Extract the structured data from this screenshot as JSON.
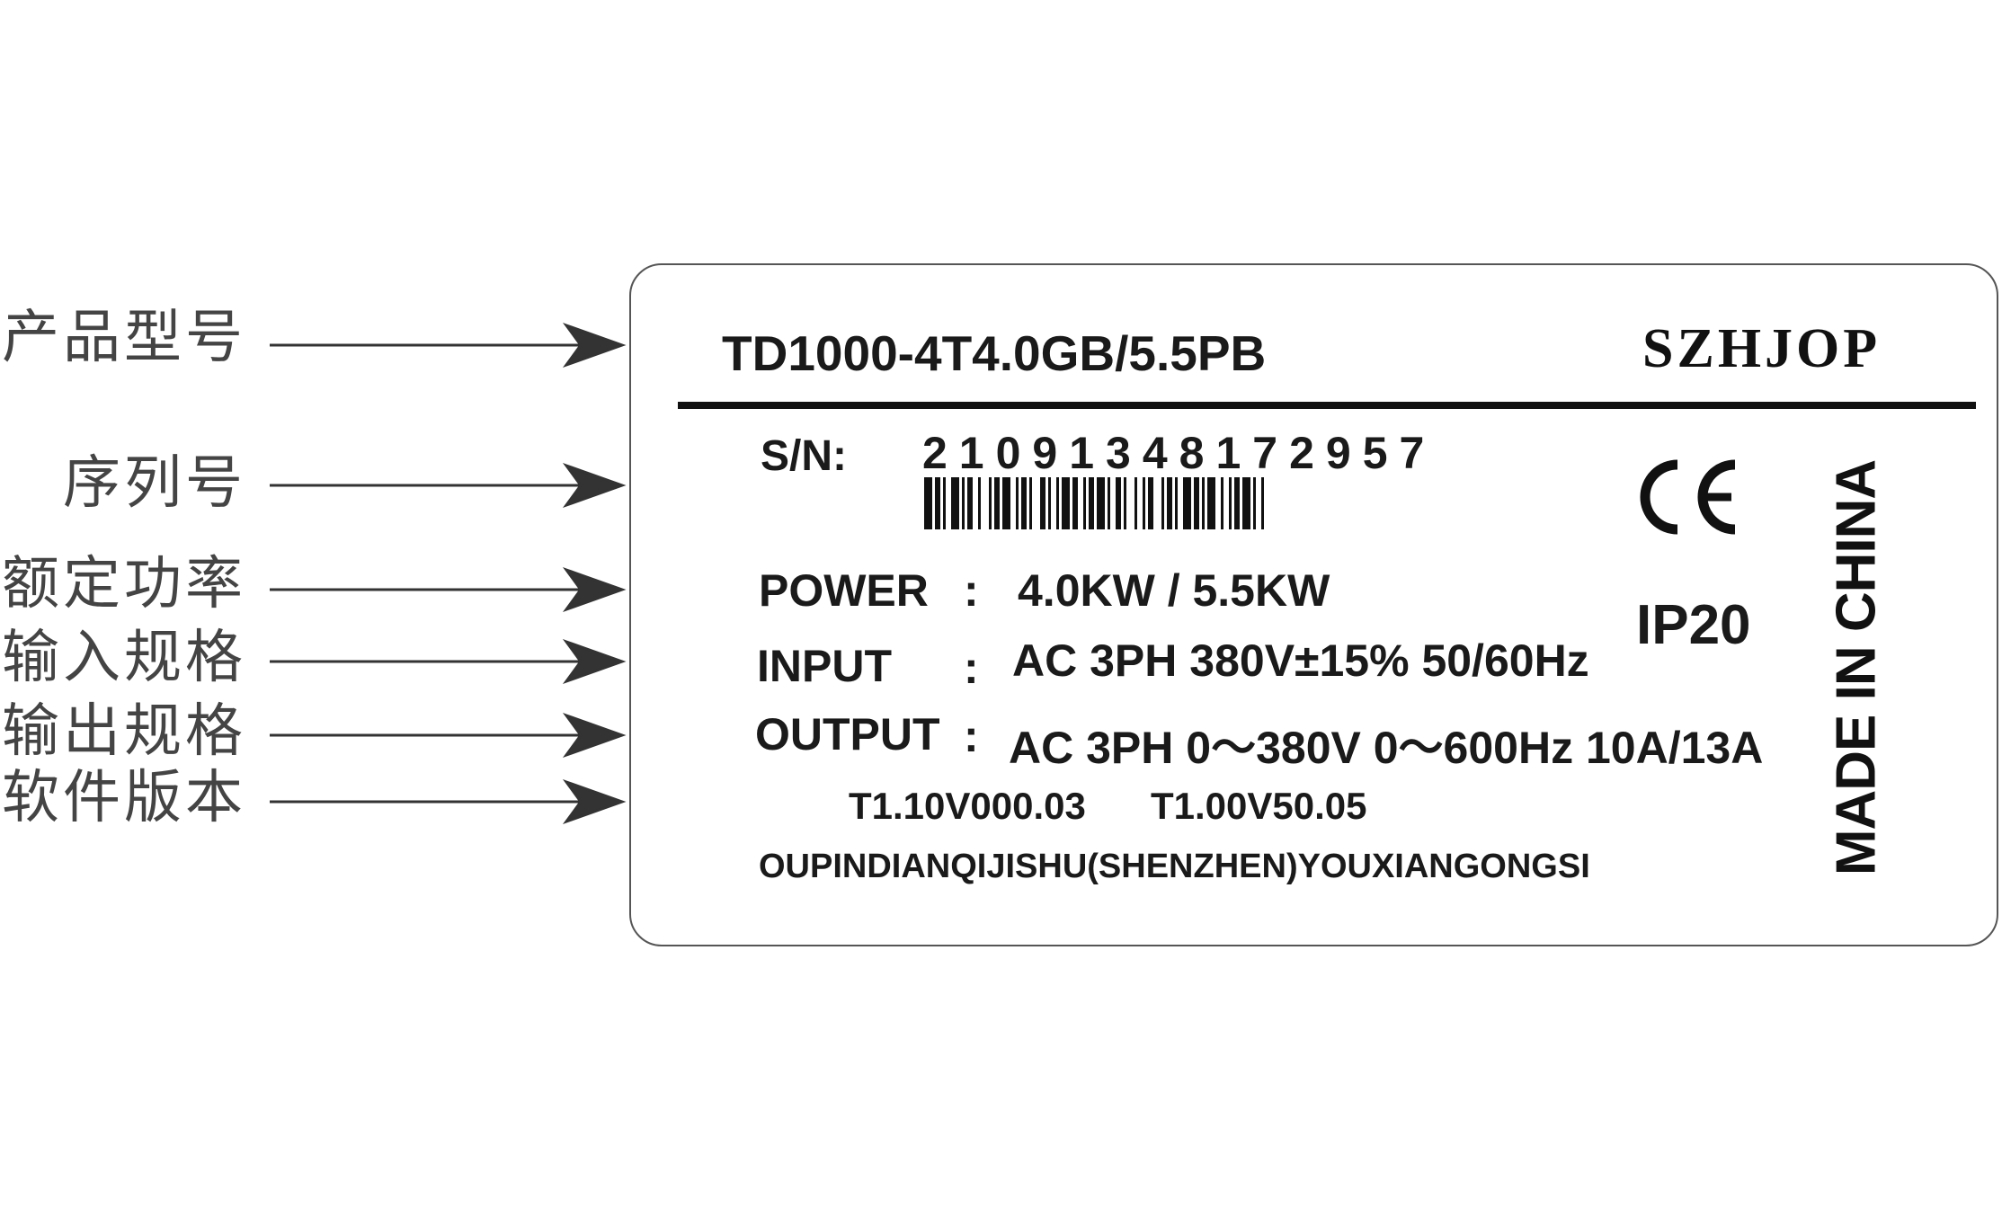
{
  "callouts": [
    {
      "label": "产品型号"
    },
    {
      "label": "序列号"
    },
    {
      "label": "额定功率"
    },
    {
      "label": "输入规格"
    },
    {
      "label": "输出规格"
    },
    {
      "label": "软件版本"
    }
  ],
  "plate": {
    "model": "TD1000-4T4.0GB/5.5PB",
    "brand": "SZHJOP",
    "sn_label": "S/N:",
    "sn_value": "21091348172957",
    "specs": [
      {
        "label": "POWER",
        "colon": ":",
        "value": "4.0KW / 5.5KW"
      },
      {
        "label": "INPUT",
        "colon": ":",
        "value": "AC 3PH 380V±15% 50/60Hz"
      },
      {
        "label": "OUTPUT",
        "colon": ":",
        "value": "AC 3PH 0～380V 0～600Hz 10A/13A"
      }
    ],
    "version_1": "T1.10V000.03",
    "version_2": "T1.00V50.05",
    "company": "OUPINDIANQIJISHU(SHENZHEN)YOUXIANGONGSI",
    "ip_rating": "IP20",
    "origin": "MADE IN CHINA"
  },
  "colors": {
    "text": "#1a1a1a",
    "label_gray": "#444444",
    "arrow": "#333333",
    "border": "#555555"
  }
}
